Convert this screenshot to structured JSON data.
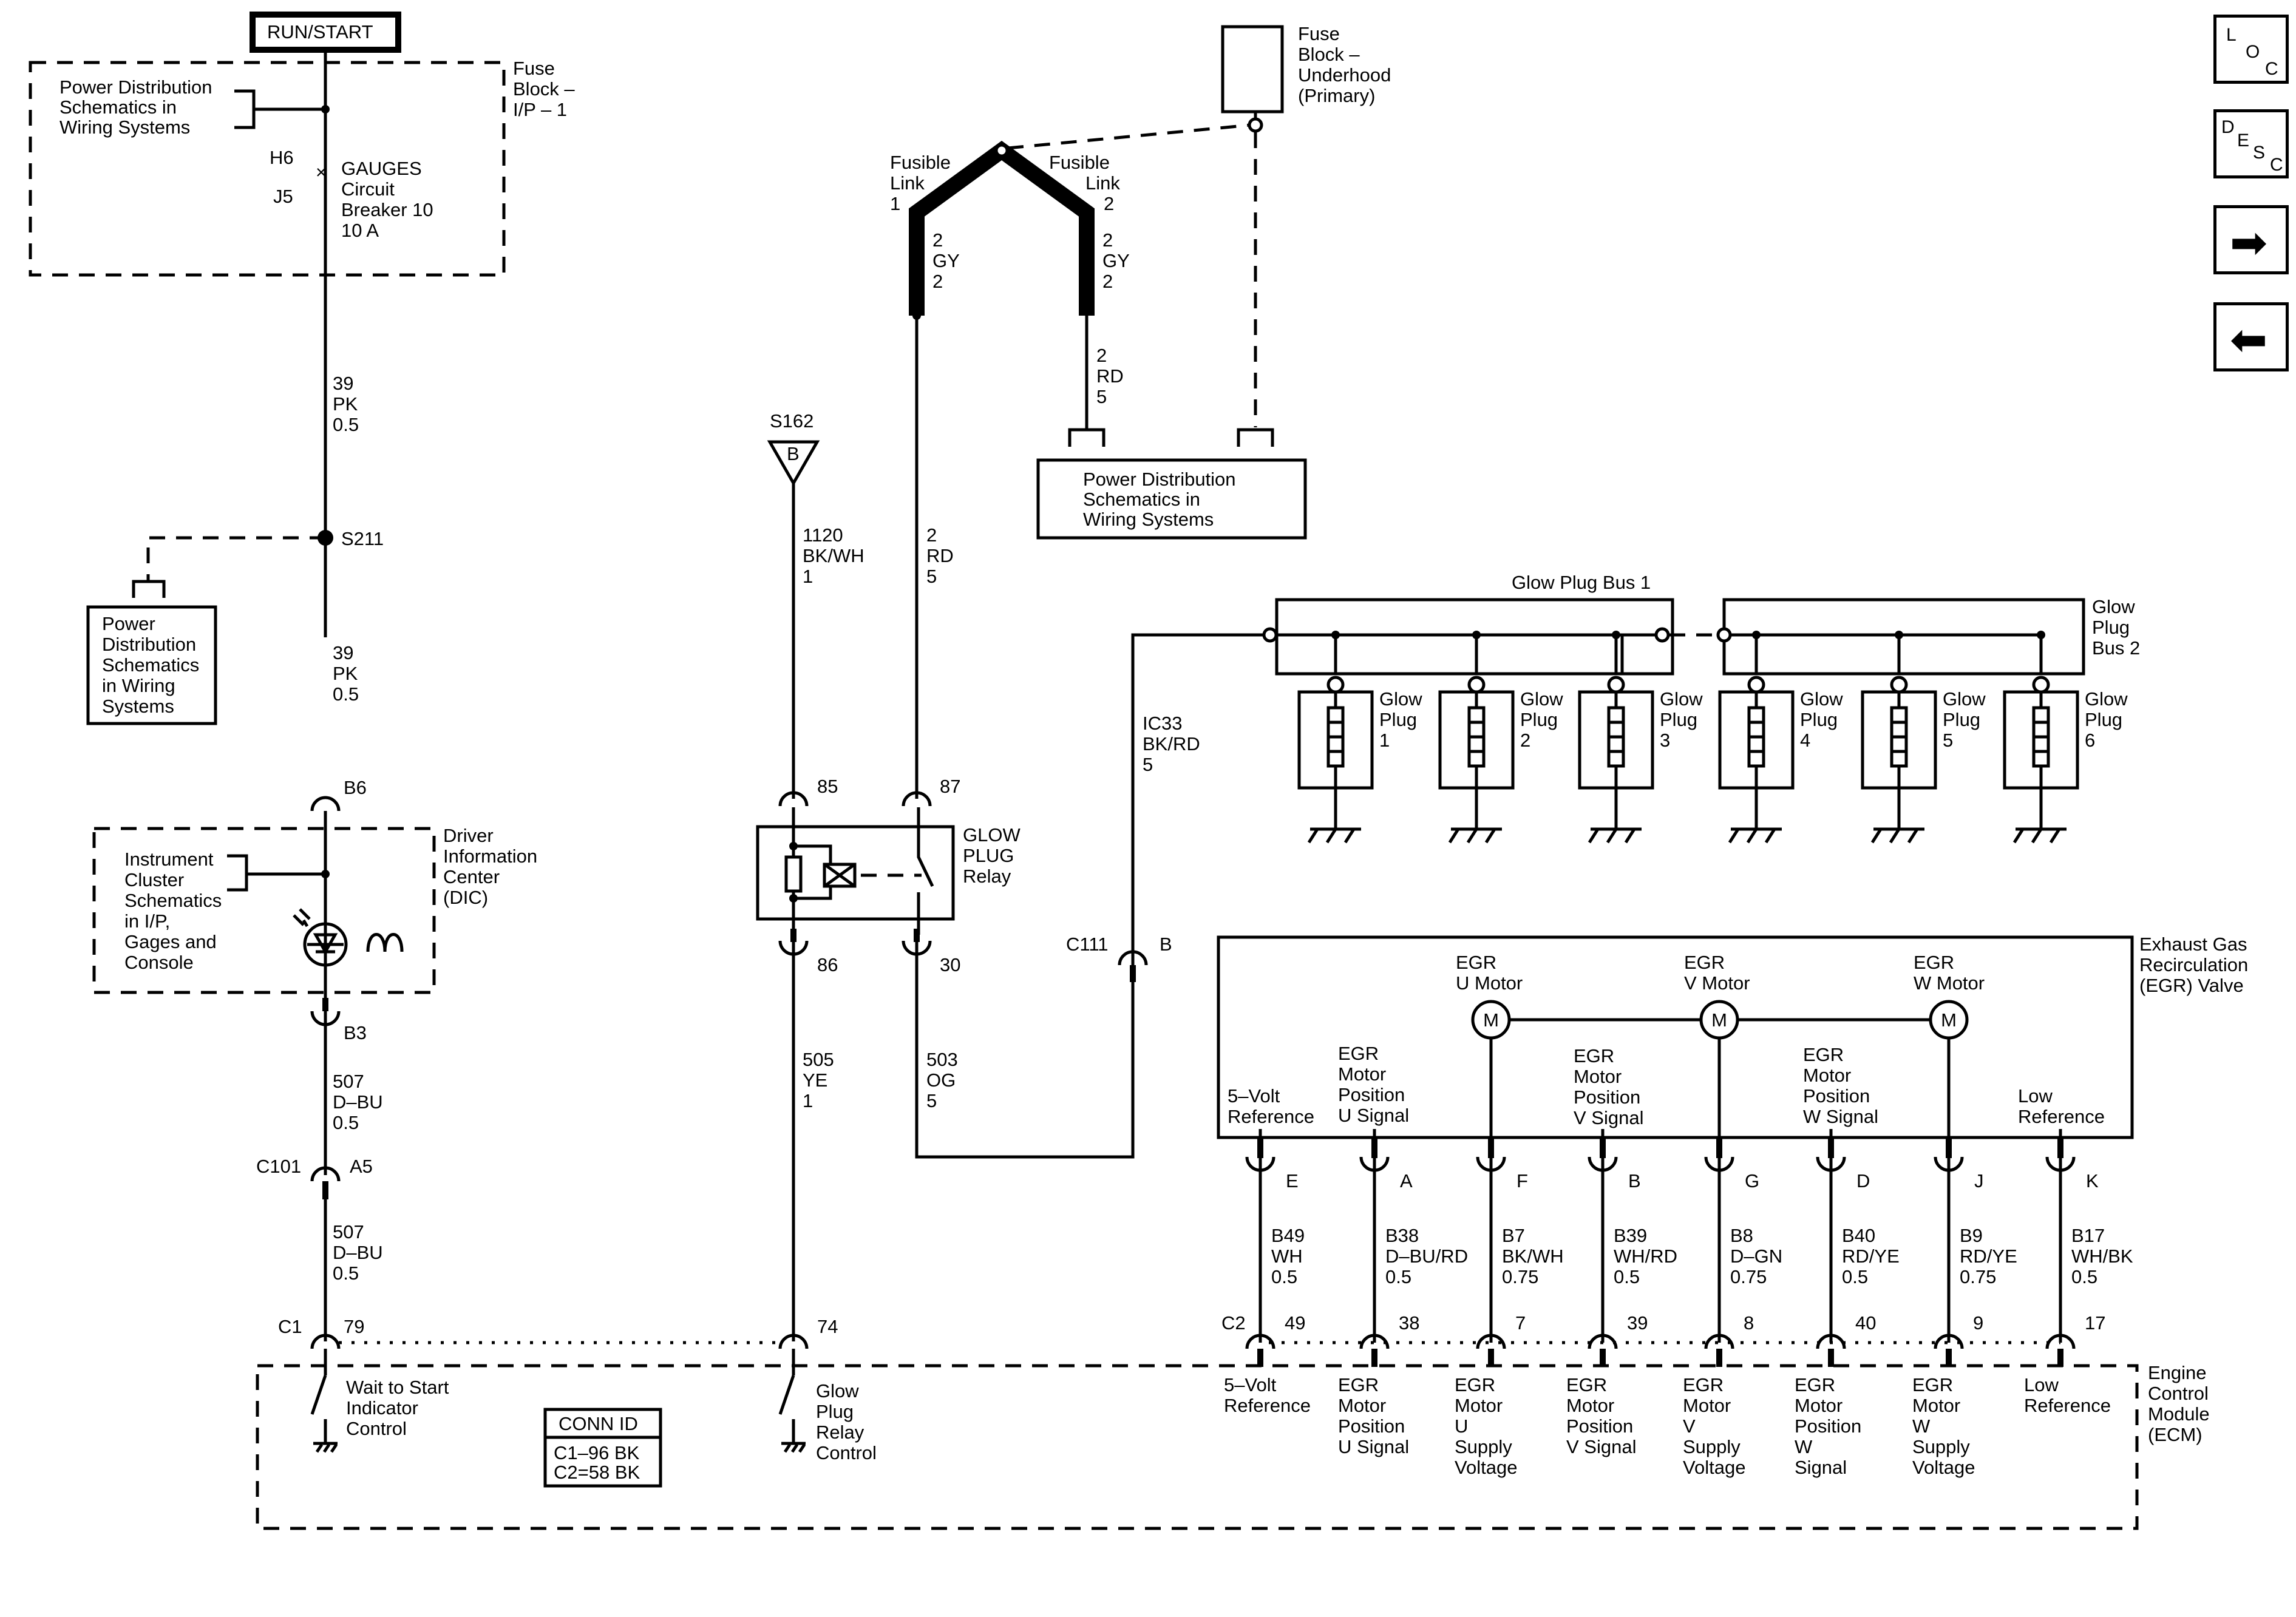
{
  "run_start": "RUN/START",
  "fuse_ip": [
    "Fuse",
    "Block –",
    "I/P – 1"
  ],
  "pd_top": [
    "Power Distribution",
    "Schematics in",
    "Wiring Systems"
  ],
  "h6": "H6",
  "j5": "J5",
  "breaker": [
    "GAUGES",
    "Circuit",
    "Breaker 10",
    "10 A"
  ],
  "w39a": [
    "39",
    "PK",
    "0.5"
  ],
  "s211": "S211",
  "pd_left": [
    "Power",
    "Distribution",
    "Schematics",
    "in Wiring",
    "Systems"
  ],
  "w39b": [
    "39",
    "PK",
    "0.5"
  ],
  "b6": "B6",
  "dic": [
    "Driver",
    "Information",
    "Center",
    "(DIC)"
  ],
  "ic": [
    "Instrument",
    "Cluster",
    "Schematics",
    "in I/P,",
    "Gages and",
    "Console"
  ],
  "b3": "B3",
  "w507a": [
    "507",
    "D–BU",
    "0.5"
  ],
  "c101": "C101",
  "a5": "A5",
  "w507b": [
    "507",
    "D–BU",
    "0.5"
  ],
  "c1": "C1",
  "p79": "79",
  "wait": [
    "Wait to Start",
    "Indicator",
    "Control"
  ],
  "conn": {
    "title": "CONN ID",
    "c1": "C1–96 BK",
    "c2": "C2=58 BK"
  },
  "s162": "S162",
  "s162b": "B",
  "w1120": [
    "1120",
    "BK/WH",
    "1"
  ],
  "p85": "85",
  "p86": "86",
  "p87": "87",
  "p30": "30",
  "relay": [
    "GLOW",
    "PLUG",
    "Relay"
  ],
  "w505": [
    "505",
    "YE",
    "1"
  ],
  "w503": [
    "503",
    "OG",
    "5"
  ],
  "p74": "74",
  "gprc": [
    "Glow",
    "Plug",
    "Relay",
    "Control"
  ],
  "fl1": [
    "Fusible",
    "Link",
    "1"
  ],
  "fl2": [
    "Fusible",
    "Link",
    "2"
  ],
  "gy1": [
    "2",
    "GY",
    "2"
  ],
  "gy2": [
    "2",
    "GY",
    "2"
  ],
  "rd1": [
    "2",
    "RD",
    "5"
  ],
  "rd2": [
    "2",
    "RD",
    "5"
  ],
  "fuse_uh": [
    "Fuse",
    "Block –",
    "Underhood",
    "(Primary)"
  ],
  "pd_mid": [
    "Power Distribution",
    "Schematics in",
    "Wiring Systems"
  ],
  "ic33": [
    "IC33",
    "BK/RD",
    "5"
  ],
  "c111": "C111",
  "c111b": "B",
  "bus1": "Glow Plug Bus 1",
  "bus2": [
    "Glow",
    "Plug",
    "Bus 2"
  ],
  "plugs": [
    [
      "Glow",
      "Plug",
      "1"
    ],
    [
      "Glow",
      "Plug",
      "2"
    ],
    [
      "Glow",
      "Plug",
      "3"
    ],
    [
      "Glow",
      "Plug",
      "4"
    ],
    [
      "Glow",
      "Plug",
      "5"
    ],
    [
      "Glow",
      "Plug",
      "6"
    ]
  ],
  "egr_title": [
    "Exhaust Gas",
    "Recirculation",
    "(EGR) Valve"
  ],
  "motors": [
    [
      "EGR",
      "U Motor"
    ],
    [
      "EGR",
      "V Motor"
    ],
    [
      "EGR",
      "W Motor"
    ]
  ],
  "motor_glyph": "M",
  "egr_in": [
    [
      "5–Volt",
      "Reference"
    ],
    [
      "EGR",
      "Motor",
      "Position",
      "U Signal"
    ],
    [
      "EGR",
      "Motor",
      "Position",
      "V Signal"
    ],
    [
      "EGR",
      "Motor",
      "Position",
      "W Signal"
    ],
    [
      "Low",
      "Reference"
    ]
  ],
  "pins": [
    "E",
    "A",
    "F",
    "B",
    "G",
    "D",
    "J",
    "K"
  ],
  "wires": [
    [
      "B49",
      "WH",
      "0.5"
    ],
    [
      "B38",
      "D–BU/RD",
      "0.5"
    ],
    [
      "B7",
      "BK/WH",
      "0.75"
    ],
    [
      "B39",
      "WH/RD",
      "0.5"
    ],
    [
      "B8",
      "D–GN",
      "0.75"
    ],
    [
      "B40",
      "RD/YE",
      "0.5"
    ],
    [
      "B9",
      "RD/YE",
      "0.75"
    ],
    [
      "B17",
      "WH/BK",
      "0.5"
    ]
  ],
  "c2": "C2",
  "c2pins": [
    "49",
    "38",
    "7",
    "39",
    "8",
    "40",
    "9",
    "17"
  ],
  "ecm_labels": [
    [
      "5–Volt",
      "Reference"
    ],
    [
      "EGR",
      "Motor",
      "Position",
      "U Signal"
    ],
    [
      "EGR",
      "Motor",
      "U",
      "Supply",
      "Voltage"
    ],
    [
      "EGR",
      "Motor",
      "Position",
      "V Signal"
    ],
    [
      "EGR",
      "Motor",
      "V",
      "Supply",
      "Voltage"
    ],
    [
      "EGR",
      "Motor",
      "Position",
      "W",
      "Signal"
    ],
    [
      "EGR",
      "Motor",
      "W",
      "Supply",
      "Voltage"
    ],
    [
      "Low",
      "Reference"
    ]
  ],
  "ecm": [
    "Engine",
    "Control",
    "Module",
    "(ECM)"
  ],
  "nav": {
    "loc": [
      "L",
      "O",
      "C"
    ],
    "desc": [
      "D",
      "E",
      "S",
      "C"
    ],
    "next": "➡",
    "prev": "⬅"
  }
}
